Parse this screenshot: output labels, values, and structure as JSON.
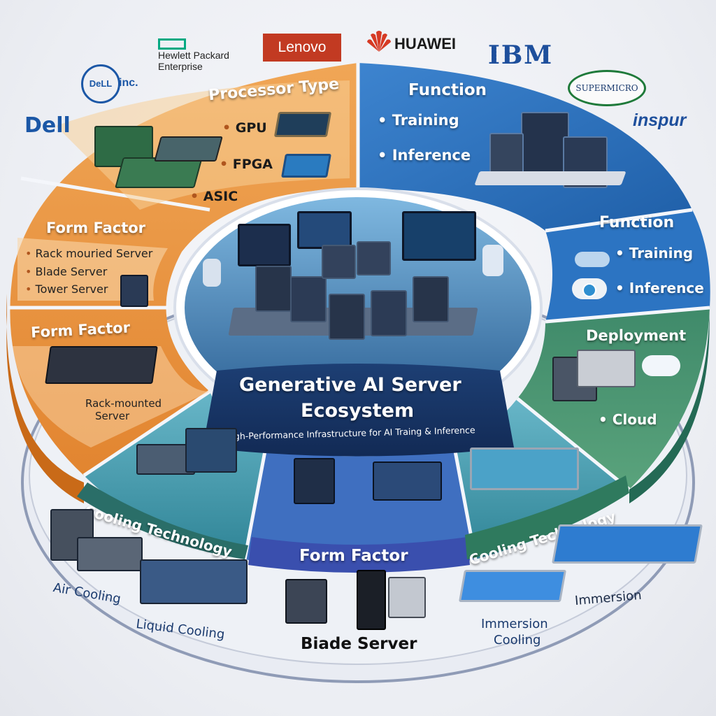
{
  "title": {
    "line1": "Generative AI Server",
    "line2": "Ecosystem",
    "subtitle": "High-Performance Infrastructure for AI Traing & Inference"
  },
  "vendors": [
    {
      "name": "Dell",
      "label": "Dell"
    },
    {
      "name": "Dell Inc.",
      "label_inner": "DeLL",
      "label_outer": "inc."
    },
    {
      "name": "Hewlett Packard Enterprise",
      "line1": "Hewlett Packard",
      "line2": "Enterprise"
    },
    {
      "name": "Lenovo",
      "label": "Lenovo"
    },
    {
      "name": "Huawei",
      "label": "HUAWEI"
    },
    {
      "name": "IBM",
      "label": "IBM"
    },
    {
      "name": "Supermicro",
      "label": "SUPERMICRO"
    },
    {
      "name": "Inspur",
      "label": "inspur"
    }
  ],
  "segments": {
    "processor": {
      "header": "Processor Type",
      "items": [
        "GPU",
        "FPGA",
        "ASIC"
      ]
    },
    "function_top": {
      "header": "Function",
      "items": [
        "Training",
        "Inference"
      ]
    },
    "form_factor_left": {
      "header": "Form Factor",
      "items": [
        "Rack mouried Server",
        "Blade Server",
        "Tower Server"
      ]
    },
    "form_factor_left2": {
      "header": "Form Factor",
      "item_line1": "Rack-mounted",
      "item_line2": "Server"
    },
    "function_right": {
      "header": "Function",
      "items": [
        "Training",
        "Inference"
      ]
    },
    "deployment": {
      "header": "Deployment",
      "items": [
        "Cloud"
      ]
    },
    "cooling_left": {
      "header": "Cooling Technology",
      "items": [
        "Air Cooling",
        "Liquid Cooling"
      ]
    },
    "form_factor_bottom": {
      "header": "Form Factor",
      "items": [
        "Biade Server"
      ]
    },
    "cooling_right": {
      "header": "Cooling Technology",
      "items": [
        "Immersion",
        "Immersion",
        "Cooling"
      ]
    }
  },
  "colors": {
    "orange": "#e07a22",
    "orange_light": "#f5c27f",
    "blue": "#2b6cb8",
    "blue_dark": "#173d78",
    "green": "#2f7a5e",
    "teal": "#3f9ab0",
    "indigo": "#3a4fae",
    "lenovo_red": "#c23a22",
    "dell_blue": "#1b57a6"
  }
}
